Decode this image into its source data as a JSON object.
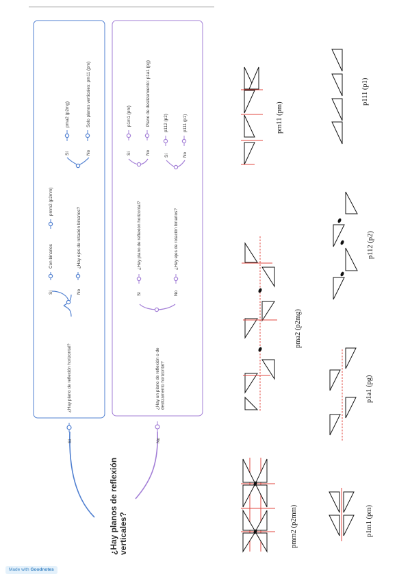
{
  "question_main": [
    "¿Hay planos de reflexión",
    "verticales?"
  ],
  "yes": "Sí",
  "no": "No",
  "blue_box": {
    "q1": "¿Hay plano de reflexión horizontal?",
    "q1_yes": "Con binarios",
    "q1_yes_result": "pmm2 (p2mm)",
    "q2": "¿Hay ejes de rotación binarios?",
    "q2_yes": "pma2 (p2mg)",
    "q2_no": "Solo planos verticales: pm11 (pm)"
  },
  "purple_box": {
    "q1": [
      "¿Hay un plano de reflexión o de",
      "deslizamento horizontal?"
    ],
    "q2": "¿Hay plano de reflexión horizontal?",
    "q2_yes": "p1m1 (pm)",
    "q2_no": "Plano de deslizamiento: p1a1 (pg)",
    "q3": "¿Hay ejes de rotación binarios?",
    "q3_yes": "p112 (p2)",
    "q3_no": "p111 (p1)"
  },
  "figure_labels": {
    "pmm2": "pmm2 (p2mm)",
    "p1m1": "p1m1 (pm)",
    "pma2": "pma2 (p2mg)",
    "p1a1": "p1a1 (pg)",
    "pm11": "pm11 (pm)",
    "p112": "p112 (p2)",
    "p111": "p111 (p1)"
  },
  "badge": {
    "prefix": "Made with",
    "brand": "Goodnotes"
  },
  "colors": {
    "blue": "#4f7fd0",
    "purple": "#a27dd6",
    "red": "#e0463e"
  }
}
